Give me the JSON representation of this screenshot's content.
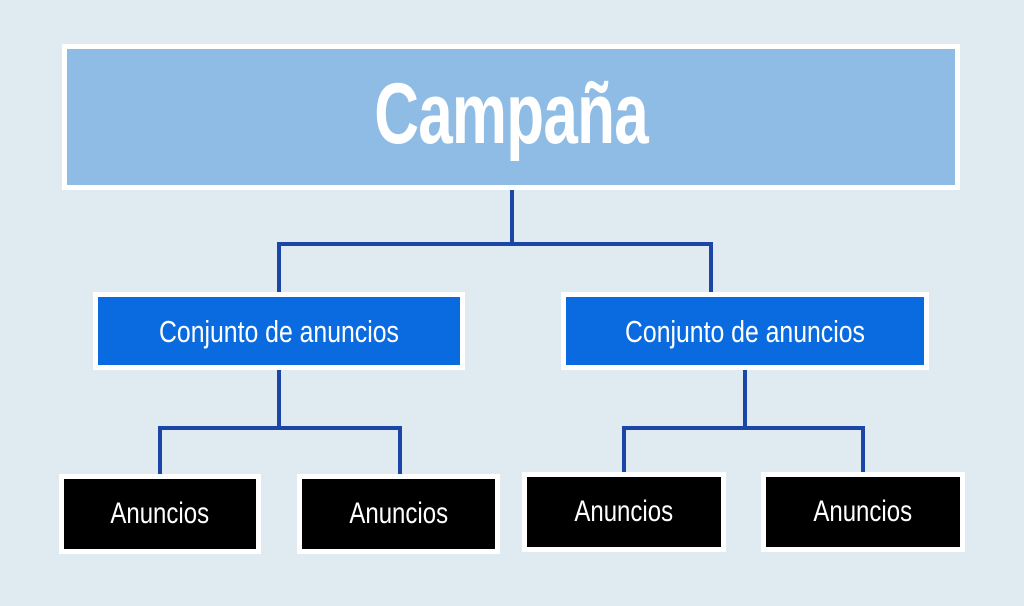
{
  "diagram": {
    "type": "hierarchy-tree",
    "title": "Campaign structure",
    "background_color": "#dfeaf1",
    "connector_color": "#1b46a8",
    "levels": [
      {
        "level": 1,
        "name": "campaign",
        "box_color": "#8fbce4",
        "text_color": "#ffffff",
        "nodes": [
          {
            "label": "Campaña"
          }
        ]
      },
      {
        "level": 2,
        "name": "ad-sets",
        "box_color": "#0a6be0",
        "text_color": "#ffffff",
        "nodes": [
          {
            "label": "Conjunto de anuncios"
          },
          {
            "label": "Conjunto de anuncios"
          }
        ]
      },
      {
        "level": 3,
        "name": "ads",
        "box_color": "#000000",
        "text_color": "#ffffff",
        "nodes": [
          {
            "label": "Anuncios"
          },
          {
            "label": "Anuncios"
          },
          {
            "label": "Anuncios"
          },
          {
            "label": "Anuncios"
          }
        ]
      }
    ]
  }
}
